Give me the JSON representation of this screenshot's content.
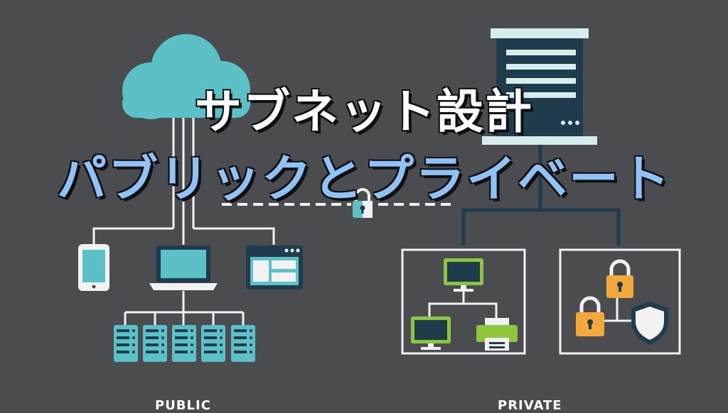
{
  "title": {
    "line1": "サブネット設計",
    "line2": "パブリックとプライベート"
  },
  "sections": {
    "public_label": "PUBLIC",
    "private_label": "PRIVATE"
  },
  "colors": {
    "background": "#4a4c50",
    "teal": "#5cc1c6",
    "dark_teal": "#1f3b4c",
    "line_white": "#f2f2f2",
    "green": "#8cc63f",
    "orange": "#f2a83a",
    "title_blue": "#8fc2f5"
  },
  "icons": [
    "cloud-icon",
    "smartphone-icon",
    "laptop-icon",
    "browser-window-icon",
    "rack-server-icon",
    "server-tower-icon",
    "padlock-icon",
    "monitor-icon",
    "printer-icon",
    "shield-icon"
  ]
}
